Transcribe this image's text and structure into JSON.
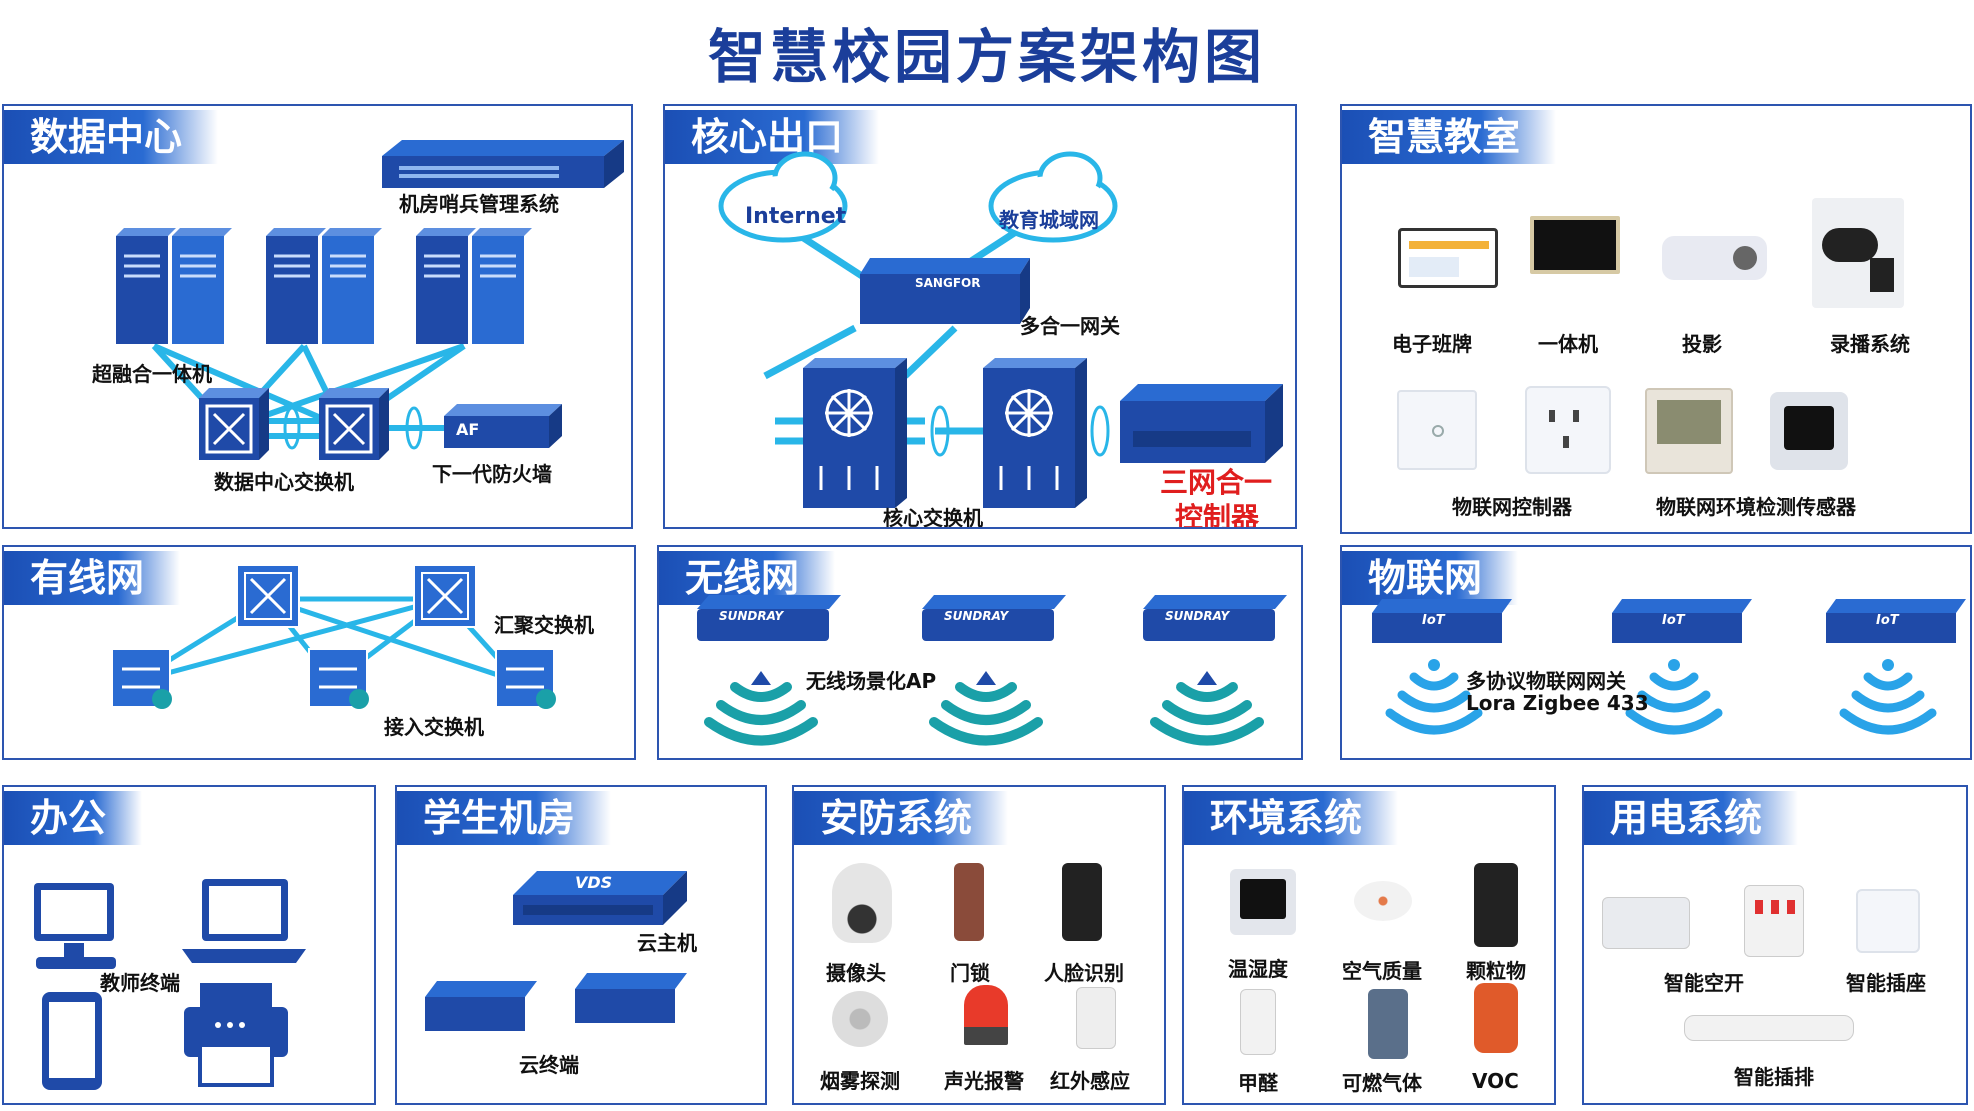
{
  "title": "智慧校园方案架构图",
  "panels": {
    "dc": {
      "title": "数据中心",
      "sentinel": "机房哨兵管理系统",
      "server": "超融合一体机",
      "dc_switch": "数据中心交换机",
      "firewall": "下一代防火墙",
      "af_text": "AF"
    },
    "core": {
      "title": "核心出口",
      "internet": "Internet",
      "edu_net": "教育城域网",
      "gateway": "多合一网关",
      "sangfor_text": "SANGFOR",
      "core_switch": "核心交换机",
      "controller_line1": "三网合一",
      "controller_line2": "控制器"
    },
    "classroom": {
      "title": "智慧教室",
      "items": [
        "电子班牌",
        "一体机",
        "投影",
        "录播系统"
      ],
      "iot_controller": "物联网控制器",
      "iot_sensor": "物联网环境检测传感器"
    },
    "wired": {
      "title": "有线网",
      "agg_switch": "汇聚交换机",
      "access_switch": "接入交换机"
    },
    "wireless": {
      "title": "无线网",
      "ap": "无线场景化AP",
      "ap_text": "SUNDRAY"
    },
    "iot": {
      "title": "物联网",
      "gw_line1": "多协议物联网网关",
      "gw_line2": "Lora  Zigbee 433",
      "gw_text": "IoT"
    },
    "office": {
      "title": "办公",
      "teacher": "教师终端"
    },
    "lab": {
      "title": "学生机房",
      "cloud_host": "云主机",
      "vds_text": "VDS",
      "cloud_terminal": "云终端"
    },
    "security": {
      "title": "安防系统",
      "items": [
        "摄像头",
        "门锁",
        "人脸识别",
        "烟雾探测",
        "声光报警",
        "红外感应"
      ]
    },
    "env": {
      "title": "环境系统",
      "items": [
        "温湿度",
        "空气质量",
        "颗粒物",
        "甲醛",
        "可燃气体",
        "VOC"
      ]
    },
    "power": {
      "title": "用电系统",
      "air_switch": "智能空开",
      "socket": "智能插座",
      "strip": "智能插排"
    }
  },
  "colors": {
    "primary": "#1b4fb5",
    "device": "#1f4aa8",
    "link": "#29b6e8",
    "wave": "#1aa0a8",
    "controller_text": "#e01e1e"
  }
}
